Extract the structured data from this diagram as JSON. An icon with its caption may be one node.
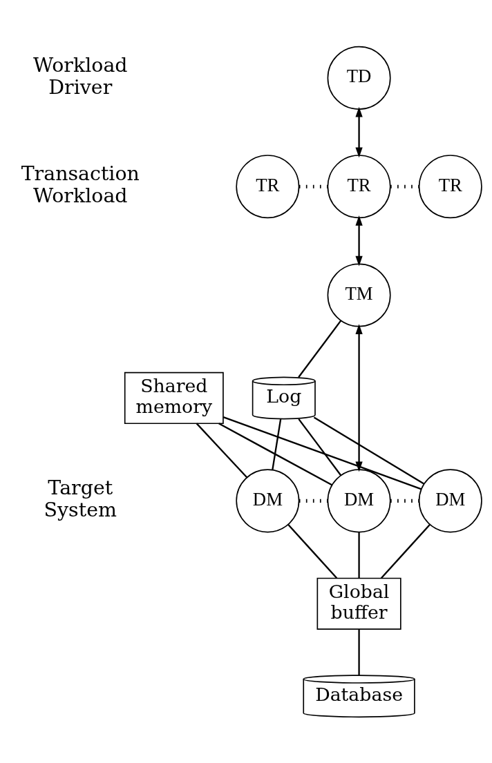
{
  "diagram": {
    "nodes": [
      {
        "text": [
          "TD"
        ]
      },
      {
        "text": [
          "TR"
        ]
      },
      {
        "text": [
          "TR"
        ]
      },
      {
        "text": [
          "TR"
        ]
      },
      {
        "text": [
          "TM"
        ]
      },
      {
        "text": [
          "Log"
        ]
      },
      {
        "text": [
          "Shared memory"
        ]
      },
      {
        "text": [
          "DM"
        ]
      },
      {
        "text": [
          "DM"
        ]
      },
      {
        "text": [
          "DM"
        ]
      },
      {
        "text": [
          "Global buffer"
        ]
      },
      {
        "text": [
          "Database"
        ]
      }
    ],
    "edges": [
      {
        "from": 0,
        "to": 2,
        "arrow": "both"
      },
      {
        "from": 1,
        "to": 2,
        "arrow": "none",
        "style": "dashed"
      },
      {
        "from": 2,
        "to": 3,
        "arrow": "none",
        "style": "dashed"
      },
      {
        "from": 2,
        "to": 4,
        "arrow": "both"
      },
      {
        "from": 4,
        "to": 5,
        "arrow": "none"
      },
      {
        "from": 4,
        "to": 8,
        "arrow": "both"
      },
      {
        "from": 5,
        "to": 7,
        "arrow": "none"
      },
      {
        "from": 5,
        "to": 8,
        "arrow": "none"
      },
      {
        "from": 5,
        "to": 9,
        "arrow": "none"
      },
      {
        "from": 6,
        "to": 7,
        "arrow": "none"
      },
      {
        "from": 6,
        "to": 8,
        "arrow": "none"
      },
      {
        "from": 6,
        "to": 9,
        "arrow": "none"
      },
      {
        "from": 7,
        "to": 8,
        "arrow": "none",
        "style": "dashed"
      },
      {
        "from": 8,
        "to": 9,
        "arrow": "none",
        "style": "dashed"
      },
      {
        "from": 7,
        "to": 10,
        "arrow": "none"
      },
      {
        "from": 8,
        "to": 10,
        "arrow": "none"
      },
      {
        "from": 9,
        "to": 10,
        "arrow": "none"
      },
      {
        "from": 10,
        "to": 11,
        "arrow": "none"
      }
    ],
    "labels": [
      "Workload Driver",
      "Transaction Workload",
      "Target System"
    ]
  }
}
